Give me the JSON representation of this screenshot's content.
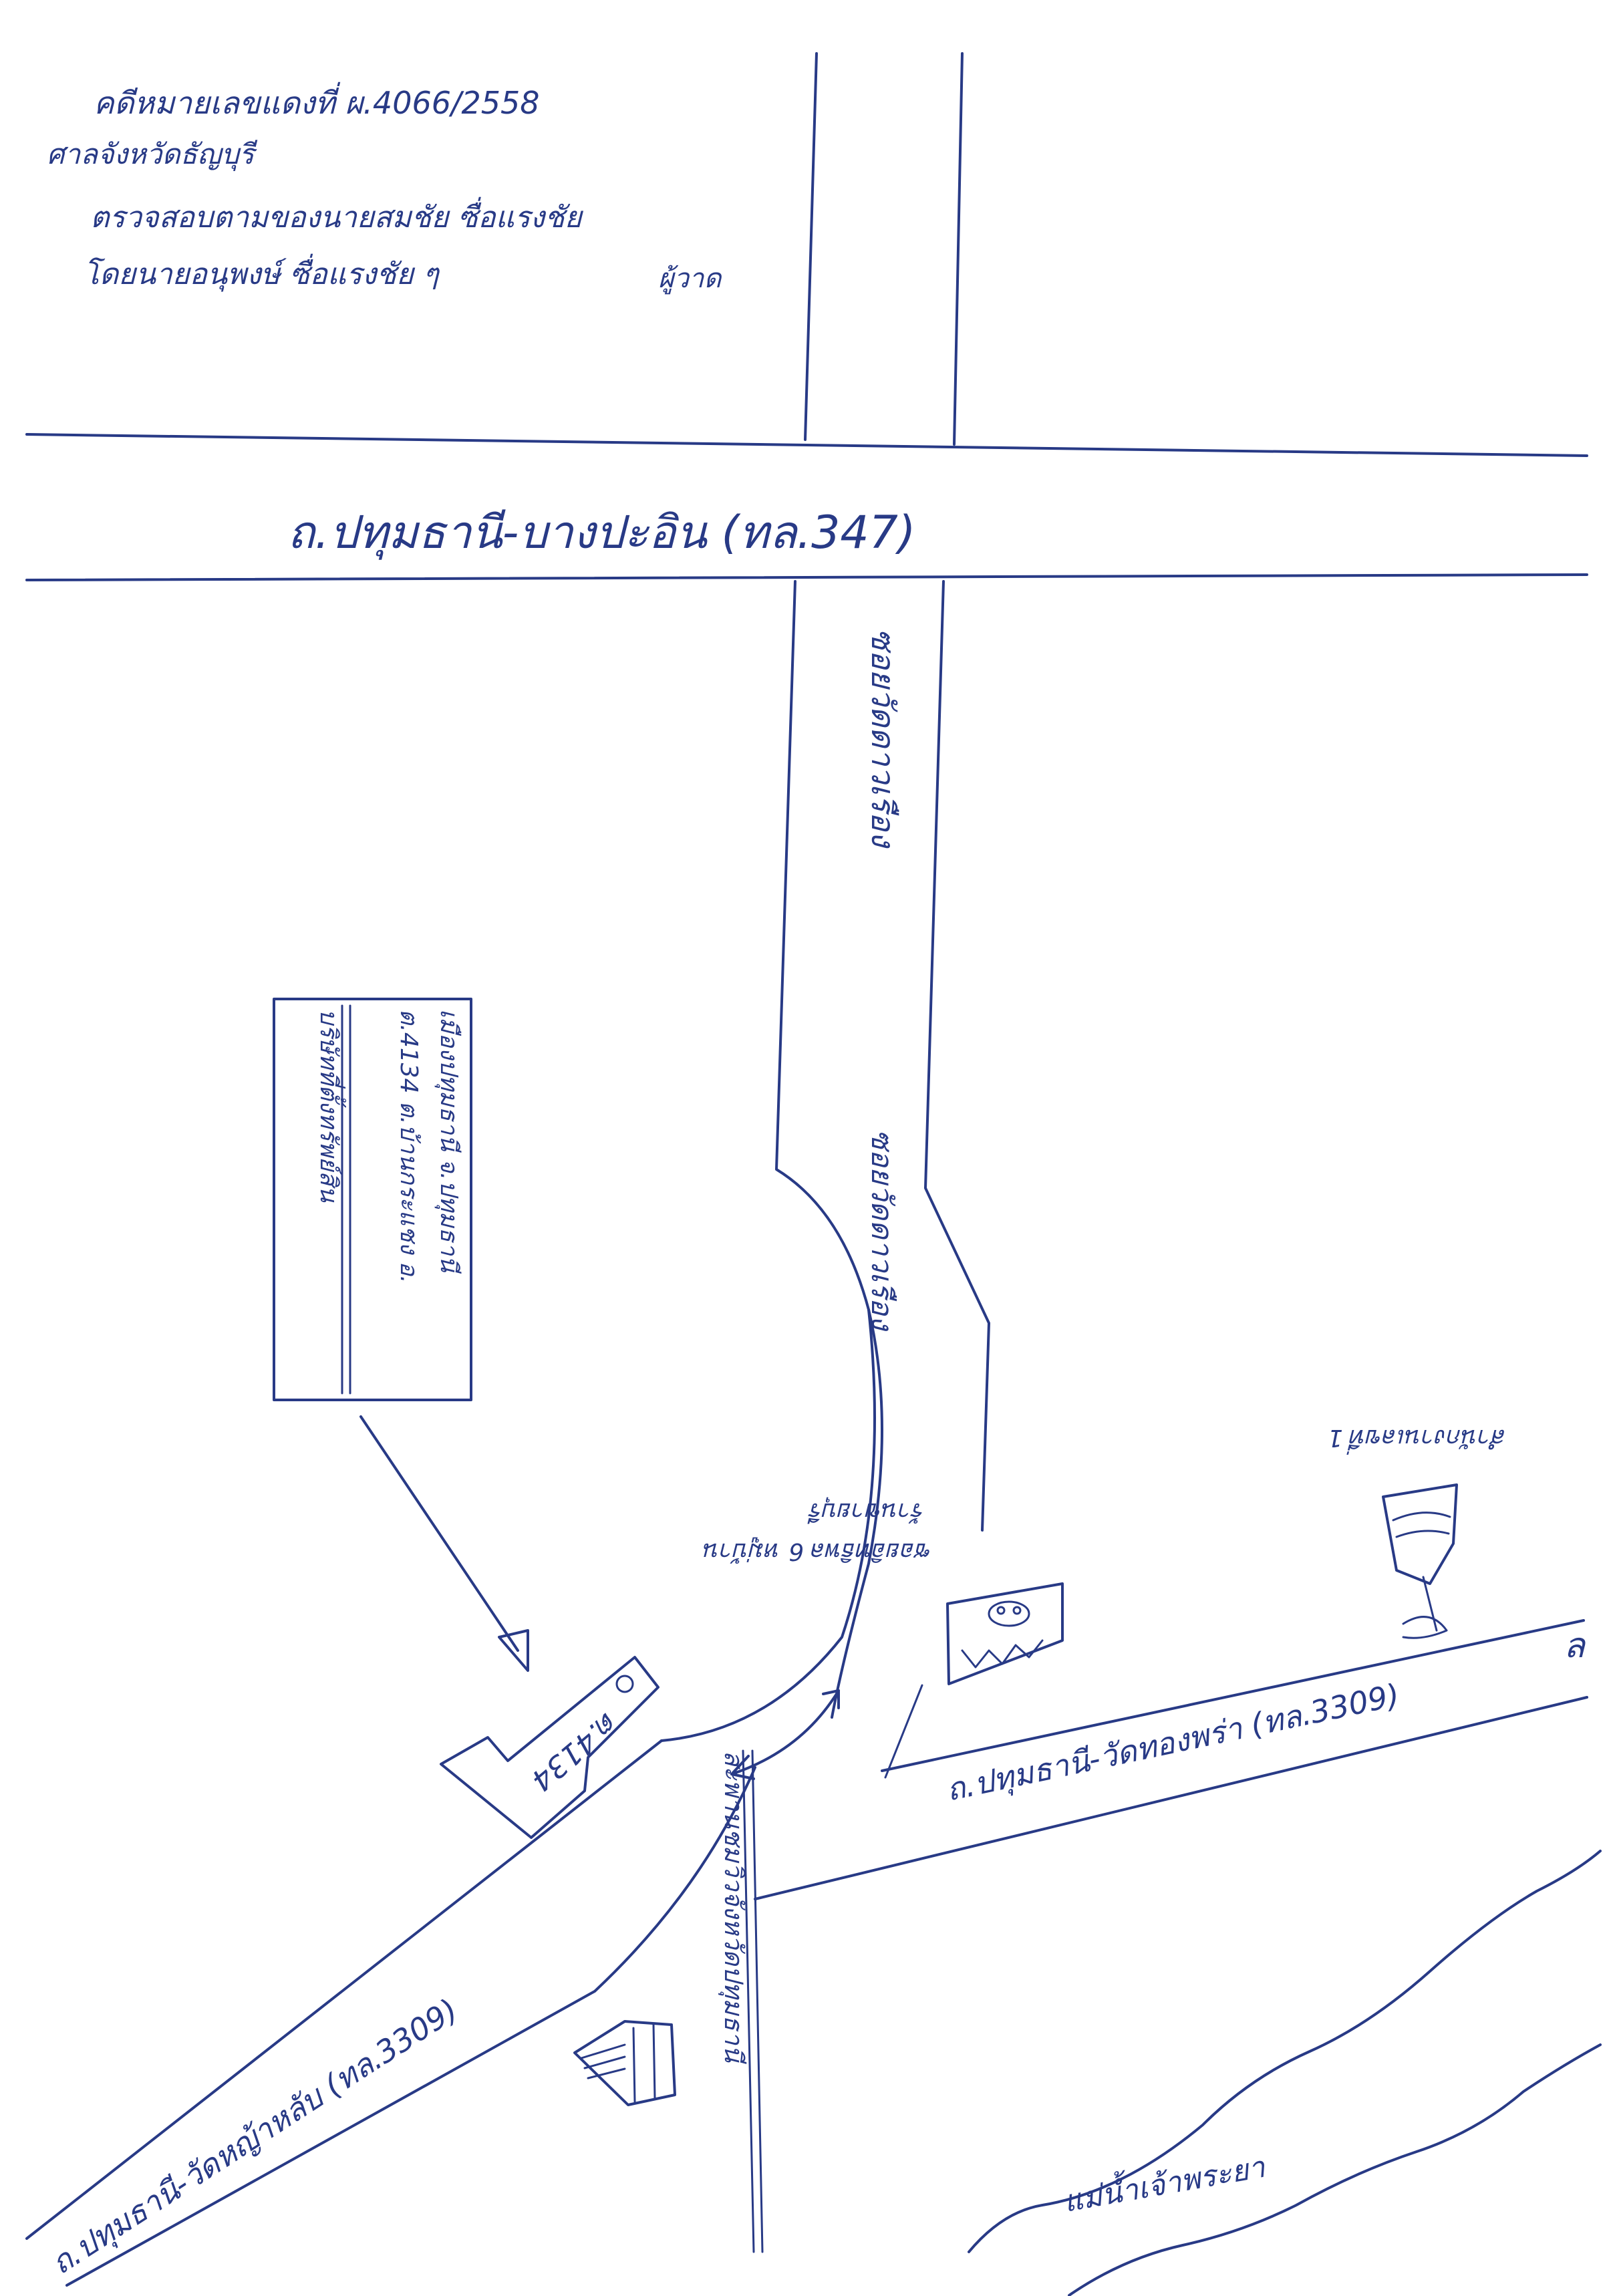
{
  "header": {
    "line1": "คดีหมายเลขแดงที่ ผ.4066/2558",
    "line2": "ศาลจังหวัดธัญบุรี",
    "line3": "ตรวจสอบตามของนายสมชัย ซื่อแรงชัย",
    "line4": "โดยนายอนุพงษ์ ซื่อแรงชัย ๆ",
    "line4_right": "ผู้วาด"
  },
  "roads": {
    "main_road": "ถ.ปทุมธานี-บางปะอิน (ทล.347)",
    "soi_upper": "ซอยวัดดาวเรือง",
    "soi_lower": "ซอยวัดดาวเรือง",
    "right_road": "ถ.ปทุมธานี-วัดทองพร่า (ทล.3309)",
    "left_road": "ถ.ปทุมธานี-วัดหญ้าหลับ (ทล.3309)",
    "river": "แม่น้ำเจ้าพระยา"
  },
  "places": {
    "callout_line1": "บริษัทที่ตั้งทรัพย์สิน",
    "callout_line2": "ต.4134 ต.บ้านกระแชง อ.",
    "callout_line3": "เมืองปทุมธานี จ.ปทุมธานี",
    "building_label": "ต.4134",
    "shop_label": "ร้านขายบุรี",
    "temple_label": "ซอยอิทธิพล 6 หมู่บ้าน",
    "school_label": "สำนักงานเลขที่ 1",
    "bridge_label": "สะพานชมวิวจังหวัดปทุมธานี"
  },
  "colors": {
    "ink": "#283a86",
    "paper": "#ffffff"
  }
}
